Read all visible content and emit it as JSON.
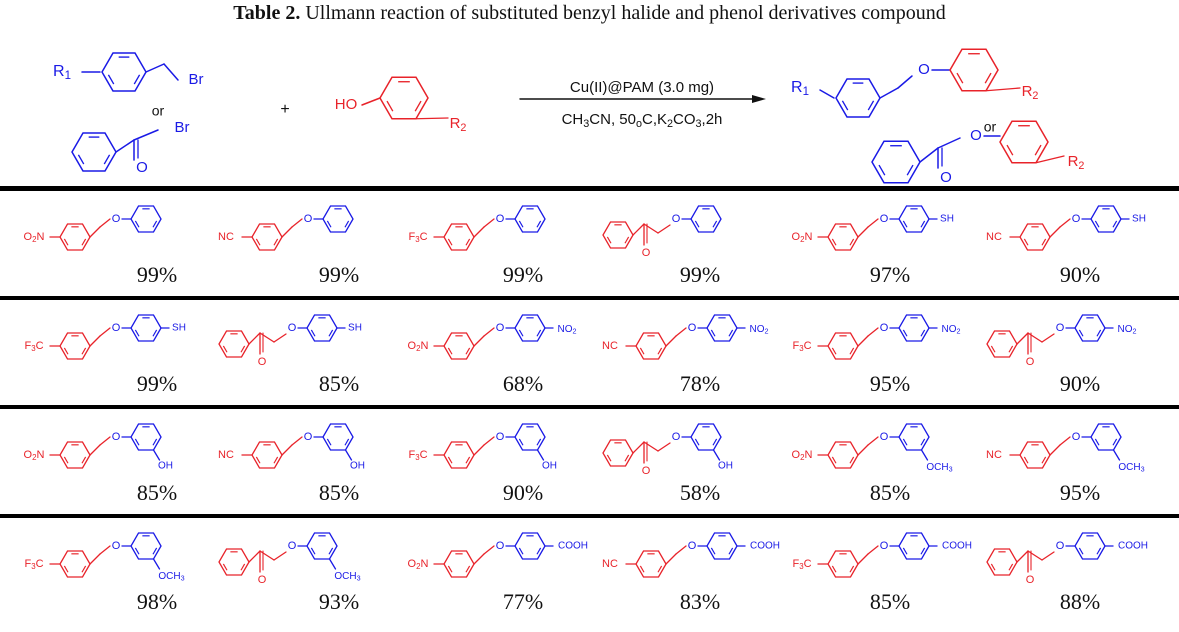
{
  "title": {
    "bold": "Table 2.",
    "rest": " Ullmann reaction of substituted benzyl halide and phenol derivatives compound"
  },
  "scheme": {
    "r1": "R",
    "r1_sub": "1",
    "br": "Br",
    "or": "or",
    "plus": "+",
    "ho": "HO",
    "r2": "R",
    "r2_sub": "2",
    "o": "O",
    "conditions_top": "Cu(II)@PAM (3.0 mg)",
    "conditions_bottom": "CH3CN, 50oC,K2CO3,2h"
  },
  "colors": {
    "red": "#e8232a",
    "blue": "#1a1ae6",
    "rule": "#000000"
  },
  "rows": [
    [
      {
        "left": "NO2",
        "right": "H",
        "yield": "99%"
      },
      {
        "left": "CN",
        "right": "H",
        "yield": "99%"
      },
      {
        "left": "CF3",
        "right": "H",
        "yield": "99%"
      },
      {
        "left": "ketone",
        "right": "H",
        "yield": "99%"
      },
      {
        "left": "NO2",
        "right": "SH",
        "yield": "97%"
      },
      {
        "left": "CN",
        "right": "SH",
        "yield": "90%"
      }
    ],
    [
      {
        "left": "CF3",
        "right": "SH",
        "yield": "99%"
      },
      {
        "left": "ketone",
        "right": "SH",
        "yield": "85%"
      },
      {
        "left": "NO2",
        "right": "NO2",
        "yield": "68%"
      },
      {
        "left": "CN",
        "right": "NO2",
        "yield": "78%"
      },
      {
        "left": "CF3",
        "right": "NO2",
        "yield": "95%"
      },
      {
        "left": "ketone",
        "right": "NO2",
        "yield": "90%"
      }
    ],
    [
      {
        "left": "NO2",
        "right": "OH",
        "yield": "85%"
      },
      {
        "left": "CN",
        "right": "OH",
        "yield": "85%"
      },
      {
        "left": "CF3",
        "right": "OH",
        "yield": "90%"
      },
      {
        "left": "ketone",
        "right": "OH",
        "yield": "58%"
      },
      {
        "left": "NO2",
        "right": "OCH3",
        "yield": "85%"
      },
      {
        "left": "CN",
        "right": "OCH3",
        "yield": "95%"
      }
    ],
    [
      {
        "left": "CF3",
        "right": "OCH3",
        "yield": "98%"
      },
      {
        "left": "ketone",
        "right": "OCH3",
        "yield": "93%"
      },
      {
        "left": "NO2",
        "right": "COOH",
        "yield": "77%"
      },
      {
        "left": "CN",
        "right": "COOH",
        "yield": "83%"
      },
      {
        "left": "CF3",
        "right": "COOH",
        "yield": "85%"
      },
      {
        "left": "ketone",
        "right": "COOH",
        "yield": "88%"
      }
    ]
  ]
}
